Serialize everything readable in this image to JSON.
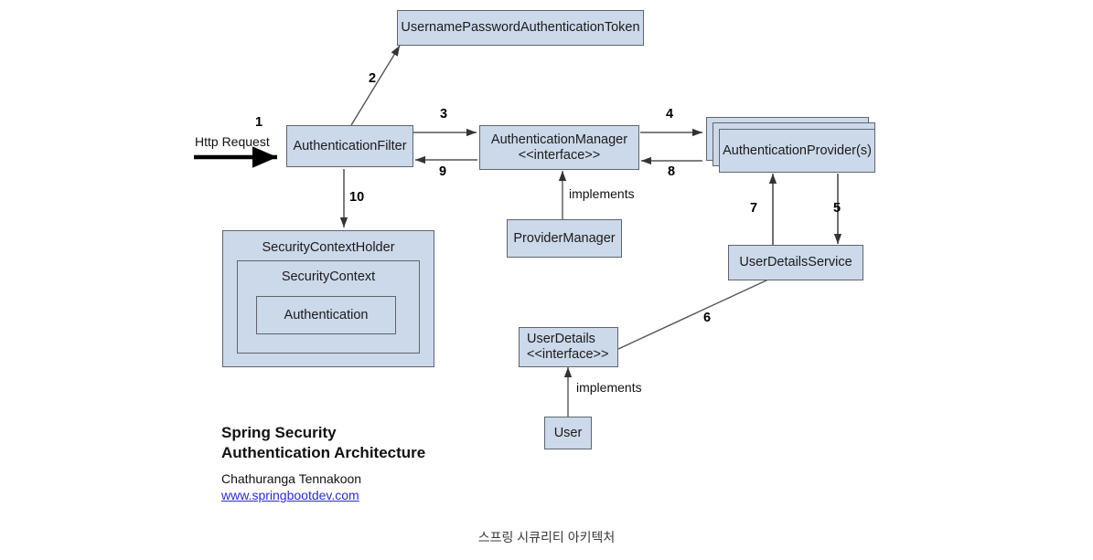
{
  "diagram": {
    "caption": "스프링 시큐리티 아키텍처",
    "title_line1": "Spring Security",
    "title_line2": "Authentication Architecture",
    "author": "Chathuranga Tennakoon",
    "website": "www.springbootdev.com",
    "colors": {
      "box_fill": "#ccd9ea",
      "box_border": "#60646c",
      "line": "#444444",
      "link": "#2b2bd8",
      "caption_text": "#3a3a3a"
    },
    "nodes": [
      {
        "id": "token",
        "label": "UsernamePasswordAuthenticationToken",
        "lines": [
          "UsernamePasswordAuthenticationToken"
        ]
      },
      {
        "id": "filter",
        "label": "AuthenticationFilter",
        "lines": [
          "AuthenticationFilter"
        ]
      },
      {
        "id": "manager",
        "label": "AuthenticationManager",
        "lines": [
          "AuthenticationManager",
          "<<interface>>"
        ]
      },
      {
        "id": "provider",
        "label": "AuthenticationProvider(s)",
        "lines": [
          "AuthenticationProvider(s)"
        ]
      },
      {
        "id": "providerManager",
        "label": "ProviderManager",
        "lines": [
          "ProviderManager"
        ]
      },
      {
        "id": "userDetailsService",
        "label": "UserDetailsService",
        "lines": [
          "UserDetailsService"
        ]
      },
      {
        "id": "userDetails",
        "label": "UserDetails",
        "lines": [
          "UserDetails",
          "<<interface>>"
        ]
      },
      {
        "id": "user",
        "label": "User",
        "lines": [
          "User"
        ]
      },
      {
        "id": "securityContextHolder",
        "label": "SecurityContextHolder",
        "lines": [
          "SecurityContextHolder"
        ]
      },
      {
        "id": "securityContext",
        "label": "SecurityContext",
        "lines": [
          "SecurityContext"
        ]
      },
      {
        "id": "authentication",
        "label": "Authentication",
        "lines": [
          "Authentication"
        ]
      }
    ],
    "edge_labels": {
      "http_request": "Http Request",
      "implements_manager": "implements",
      "implements_userdetails": "implements"
    },
    "step_numbers": {
      "s1": "1",
      "s2": "2",
      "s3": "3",
      "s4": "4",
      "s5": "5",
      "s6": "6",
      "s7": "7",
      "s8": "8",
      "s9": "9",
      "s10": "10"
    }
  }
}
